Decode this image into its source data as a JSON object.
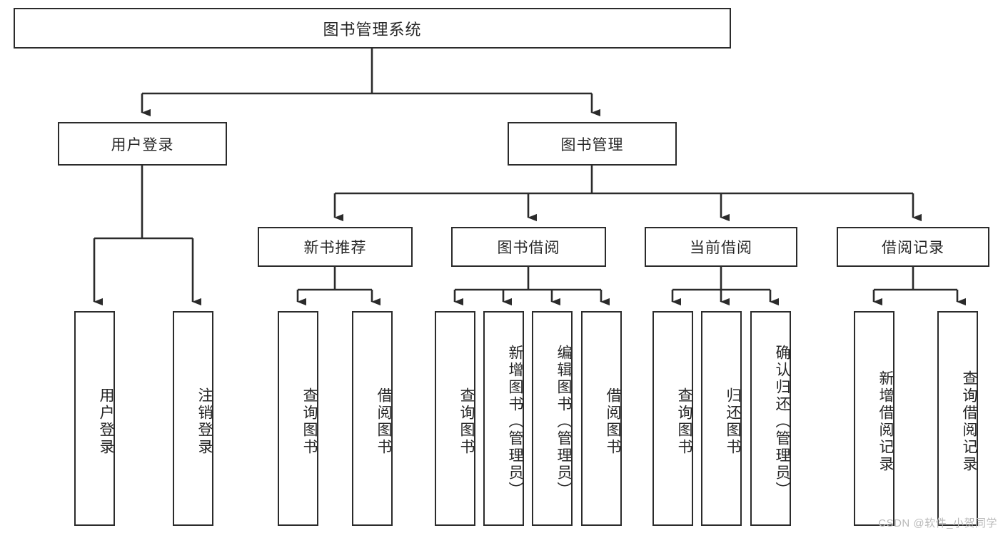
{
  "diagram": {
    "title": "图书管理系统",
    "type": "hierarchy-tree",
    "root": {
      "label": "图书管理系统"
    },
    "level2": [
      {
        "label": "用户登录"
      },
      {
        "label": "图书管理"
      }
    ],
    "level3": [
      {
        "label": "新书推荐"
      },
      {
        "label": "图书借阅"
      },
      {
        "label": "当前借阅"
      },
      {
        "label": "借阅记录"
      }
    ],
    "leaves": {
      "user_login": [
        {
          "label": "用户登录"
        },
        {
          "label": "注销登录"
        }
      ],
      "new_book": [
        {
          "label": "查询图书"
        },
        {
          "label": "借阅图书"
        }
      ],
      "book_borrow": [
        {
          "label": "查询图书"
        },
        {
          "label": "新增图书（管理员）"
        },
        {
          "label": "编辑图书（管理员）"
        },
        {
          "label": "借阅图书"
        }
      ],
      "current_borrow": [
        {
          "label": "查询图书"
        },
        {
          "label": "归还图书"
        },
        {
          "label": "确认归还（管理员）"
        }
      ],
      "borrow_record": [
        {
          "label": "新增借阅记录"
        },
        {
          "label": "查询借阅记录"
        }
      ]
    }
  },
  "watermark": {
    "text": "CSDN @软件_小贺同学"
  },
  "colors": {
    "stroke": "#2b2b2b",
    "fill": "#ffffff",
    "text": "#262626",
    "watermark": "#b9b9b9"
  }
}
